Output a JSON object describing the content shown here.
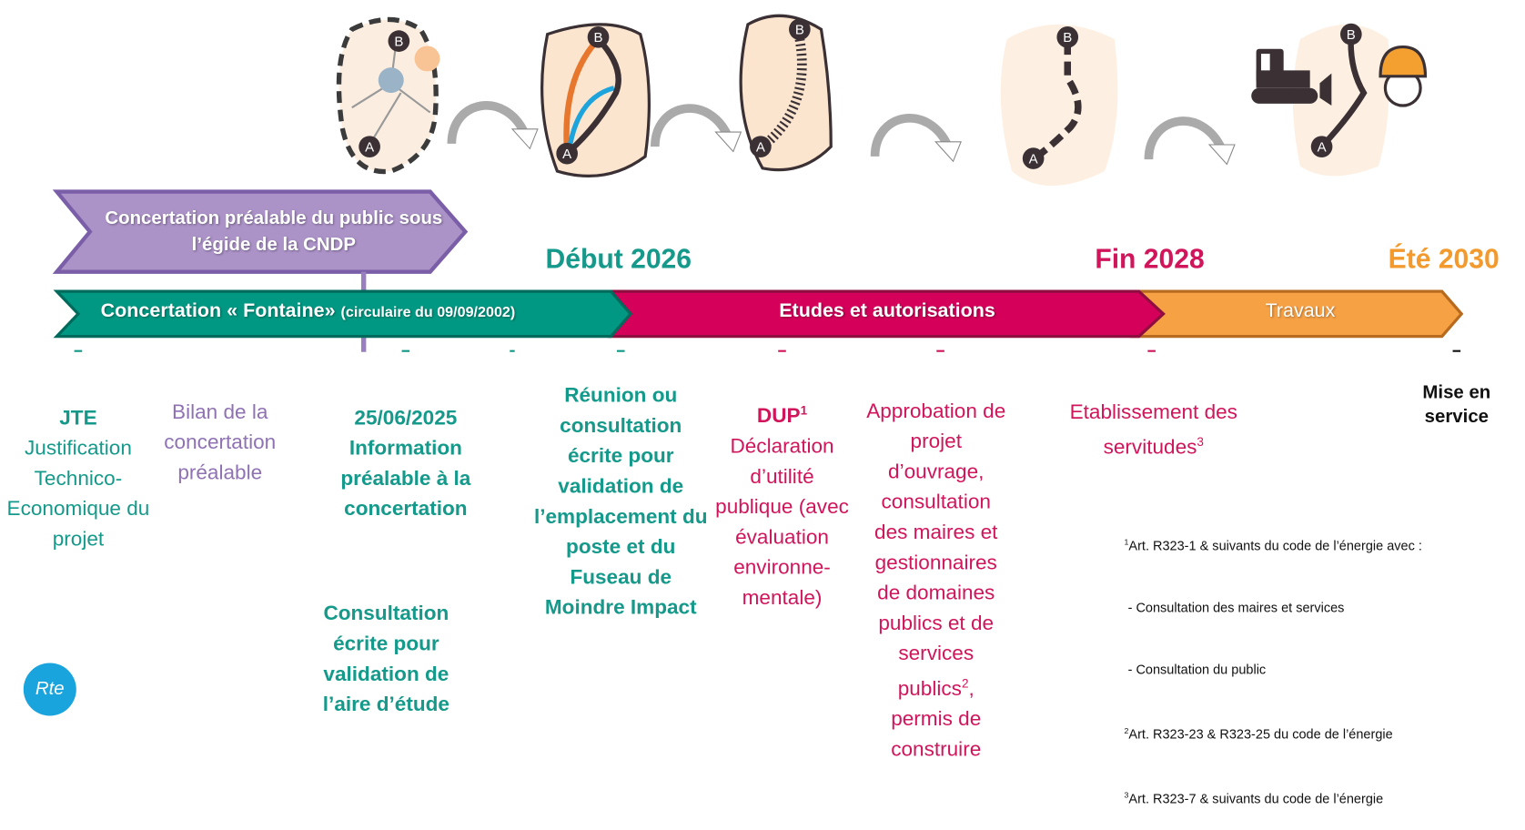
{
  "phases": {
    "prealable": "Concertation préalable du public sous l’égide de la CNDP",
    "fontaine": "Concertation « Fontaine»",
    "fontaine_note": "(circulaire du 09/09/2002)",
    "etudes": "Etudes et autorisations",
    "travaux": "Travaux"
  },
  "milestones": {
    "debut": "Début 2026",
    "fin": "Fin 2028",
    "ete": "Été 2030"
  },
  "events": {
    "jte_title": "JTE",
    "jte_desc": "Justification Technico-Economique du projet",
    "bilan": "Bilan de la concertation préalable",
    "info_date": "25/06/2025",
    "info_desc": "Information préalable à la concertation",
    "consult_aire": "Consultation écrite pour validation de l’aire d’étude",
    "reunion": "Réunion ou consultation écrite pour validation de l’emplacement du poste et du Fuseau de Moindre Impact",
    "dup_title": "DUP",
    "dup_sup": "1",
    "dup_desc": "Déclaration d’utilité publique (avec évaluation environne-mentale)",
    "approbation": "Approbation de projet d’ouvrage, consultation des maires et gestionnaires de domaines publics et de services publics",
    "approbation_sup": "2",
    "approbation_end": ", permis de construire",
    "servitudes": "Etablissement des servitudes",
    "servitudes_sup": "3",
    "mise_en_service": "Mise en service"
  },
  "footnotes": [
    {
      "sup": "1",
      "text": "Art. R323-1 & suivants du code de l’énergie avec :"
    },
    {
      "sup": "",
      "text": " - Consultation des maires et services"
    },
    {
      "sup": "",
      "text": " - Consultation du public"
    },
    {
      "sup": "2",
      "text": "Art. R323-23 & R323-25 du code de l’énergie"
    },
    {
      "sup": "3",
      "text": "Art. R323-7 & suivants du code de l’énergie"
    }
  ],
  "logo": "Rte",
  "colors": {
    "teal": "#009882",
    "crimson": "#d4005a",
    "orange": "#f7a145",
    "purple": "#a98fc6"
  }
}
